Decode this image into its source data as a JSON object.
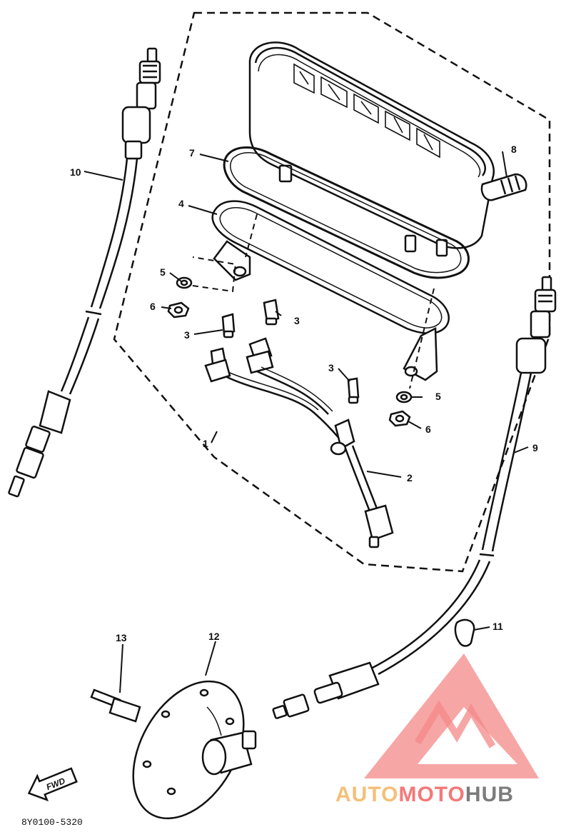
{
  "parts": [
    {
      "id": "p1",
      "label": "1"
    },
    {
      "id": "p2",
      "label": "2"
    },
    {
      "id": "p3a",
      "label": "3"
    },
    {
      "id": "p3b",
      "label": "3"
    },
    {
      "id": "p3c",
      "label": "3"
    },
    {
      "id": "p4",
      "label": "4"
    },
    {
      "id": "p5a",
      "label": "5"
    },
    {
      "id": "p5b",
      "label": "5"
    },
    {
      "id": "p6a",
      "label": "6"
    },
    {
      "id": "p6b",
      "label": "6"
    },
    {
      "id": "p7",
      "label": "7"
    },
    {
      "id": "p8",
      "label": "8"
    },
    {
      "id": "p9",
      "label": "9"
    },
    {
      "id": "p10",
      "label": "10"
    },
    {
      "id": "p11",
      "label": "11"
    },
    {
      "id": "p12",
      "label": "12"
    },
    {
      "id": "p13",
      "label": "13"
    }
  ],
  "drawing_code": "8Y0100-5320",
  "fwd_marker": "FWD",
  "watermark": {
    "part_a": "AUTO",
    "part_b": "MOTO",
    "part_c": "HUB",
    "color_a": "#f5b96a",
    "color_b": "#f26b6b",
    "color_c": "#6e6e6e",
    "logo_color": "#f47c7c"
  }
}
